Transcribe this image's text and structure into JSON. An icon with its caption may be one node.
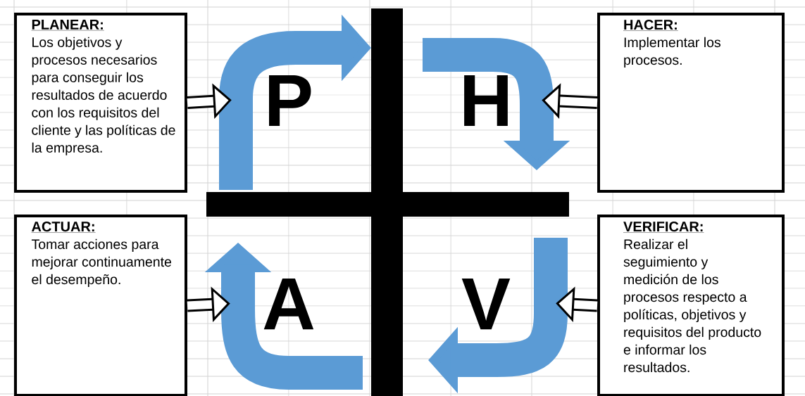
{
  "diagram": {
    "nodes": [
      {
        "text": [
          "PLANEAR:",
          "Los objetivos y procesos necesarios para conseguir los resultados de acuerdo con los requisitos del cliente y las políticas de la empresa."
        ]
      },
      {
        "text": [
          "P"
        ]
      },
      {
        "text": [
          "HACER:",
          "Implementar los procesos."
        ]
      },
      {
        "text": [
          "H"
        ]
      },
      {
        "text": [
          "ACTUAR:",
          "Tomar acciones para mejorar continuamente el desempeño."
        ]
      },
      {
        "text": [
          "A"
        ]
      },
      {
        "text": [
          "VERIFICAR:",
          "Realizar el seguimiento y medición de los procesos respecto a políticas, objetivos y requisitos del producto e informar los resultados."
        ]
      },
      {
        "text": [
          "V"
        ]
      }
    ],
    "edges": [
      {
        "from": 0,
        "to": 1,
        "arrow": "to"
      },
      {
        "from": 2,
        "to": 3,
        "arrow": "to"
      },
      {
        "from": 4,
        "to": 5,
        "arrow": "to"
      },
      {
        "from": 6,
        "to": 7,
        "arrow": "to"
      }
    ]
  }
}
